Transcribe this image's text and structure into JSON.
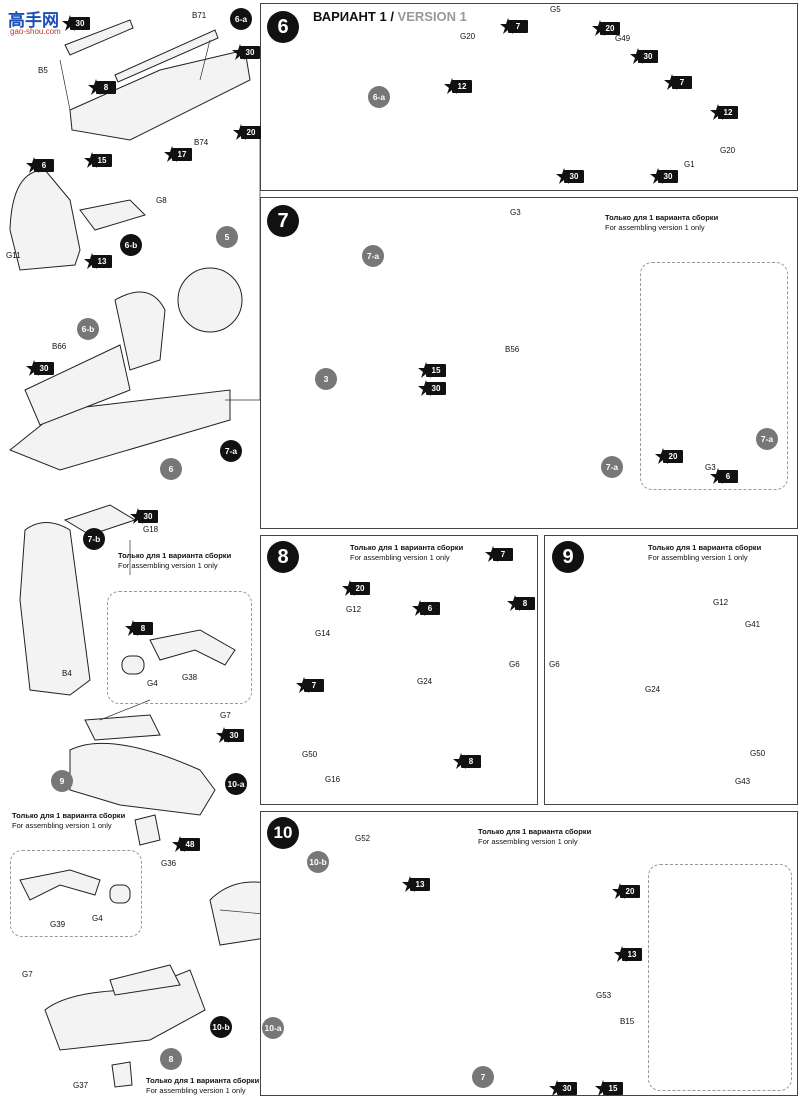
{
  "watermark": {
    "main": "高手网",
    "sub": "gao-shou.com"
  },
  "steps": [
    {
      "num": "6",
      "variant_ru": "ВАРИАНТ 1 /",
      "variant_en": " VERSION 1"
    },
    {
      "num": "7"
    },
    {
      "num": "8"
    },
    {
      "num": "9"
    },
    {
      "num": "10"
    }
  ],
  "notes": {
    "ru": "Только для 1 варианта сборки",
    "en": "For assembling version 1 only"
  },
  "labels": {
    "b5": "B5",
    "b71": "B71",
    "b74": "B74",
    "g8": "G8",
    "g11": "G11",
    "b66": "B66",
    "g20a": "G20",
    "g5": "G5",
    "g49": "G49",
    "g1": "G1",
    "g20b": "G20",
    "g3a": "G3",
    "b56": "B56",
    "g3b": "G3",
    "g18": "G18",
    "b4": "B4",
    "g4a": "G4",
    "g38": "G38",
    "g7a": "G7",
    "g36": "G36",
    "g39": "G39",
    "g4b": "G4",
    "g7b": "G7",
    "g37": "G37",
    "g12a": "G12",
    "g14": "G14",
    "g6a": "G6",
    "g24a": "G24",
    "g50a": "G50",
    "g16": "G16",
    "g12b": "G12",
    "g41": "G41",
    "g6b": "G6",
    "g24b": "G24",
    "g50b": "G50",
    "g43": "G43",
    "g52": "G52",
    "g53": "G53",
    "b15": "B15"
  },
  "stars": {
    "s30a": "30",
    "s8a": "8",
    "s15a": "15",
    "s17a": "17",
    "s20a": "20",
    "s30b": "30",
    "s6a": "6",
    "s13a": "13",
    "s30c": "30",
    "s7a": "7",
    "s12a": "12",
    "s20b": "20",
    "s30d": "30",
    "s7b": "7",
    "s12b": "12",
    "s30e": "30",
    "s30f": "30",
    "s15b": "15",
    "s30g": "30",
    "s20c": "20",
    "s6b": "6",
    "s30h": "30",
    "s8b": "8",
    "s30i": "30",
    "s48": "48",
    "s20d": "20",
    "s7c": "7",
    "s6c": "6",
    "s8c": "8",
    "s7d": "7",
    "s8d": "8",
    "s13b": "13",
    "s20e": "20",
    "s13c": "13",
    "s30j": "30",
    "s15c": "15"
  },
  "circles": {
    "c6a": "6-a",
    "c6b": "6-b",
    "c5": "5",
    "c6": "6",
    "c7a": "7-a",
    "c6a2": "6-a",
    "c7a2": "7-a",
    "c3": "3",
    "c7a3": "7-a",
    "c7a4": "7-a",
    "c7b": "7-b",
    "c9": "9",
    "c10a": "10-a",
    "c10b": "10-b",
    "c8": "8",
    "c10b2": "10-b",
    "c10a2": "10-a",
    "c7": "7"
  }
}
